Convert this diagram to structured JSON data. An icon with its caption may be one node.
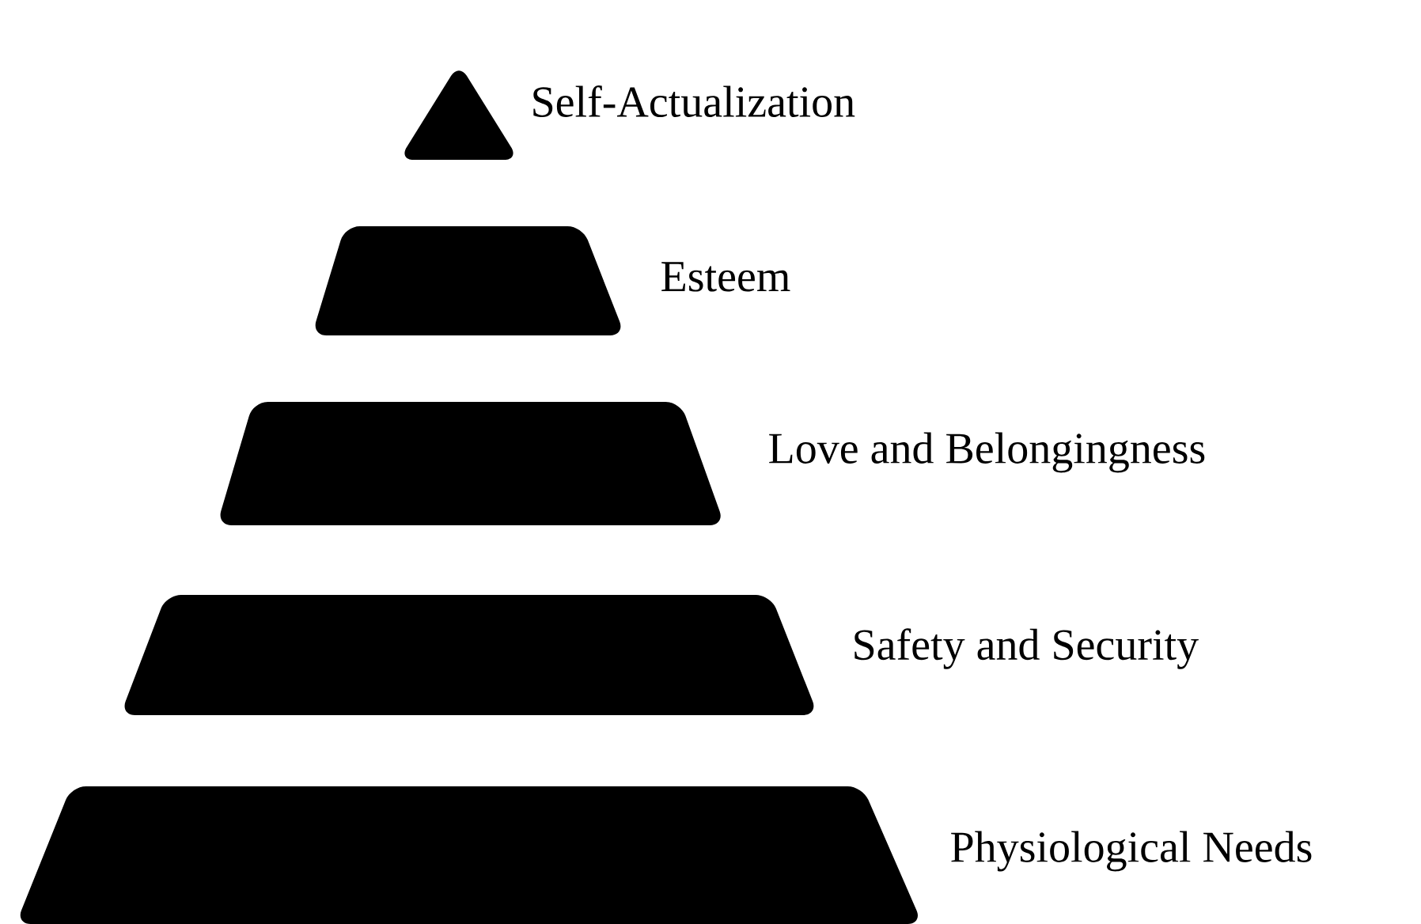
{
  "diagram": {
    "nodes": [
      {
        "text": [],
        "shape": "triangle",
        "beside": [
          "Self-Actualization"
        ]
      },
      {
        "text": [],
        "shape": "trapezoid",
        "beside": [
          "Esteem"
        ]
      },
      {
        "text": [],
        "shape": "trapezoid",
        "beside": [
          "Love and Belongingness"
        ]
      },
      {
        "text": [],
        "shape": "trapezoid",
        "beside": [
          "Safety and Security"
        ]
      },
      {
        "text": [],
        "shape": "trapezoid",
        "beside": [
          "Physiological Needs"
        ]
      }
    ]
  }
}
